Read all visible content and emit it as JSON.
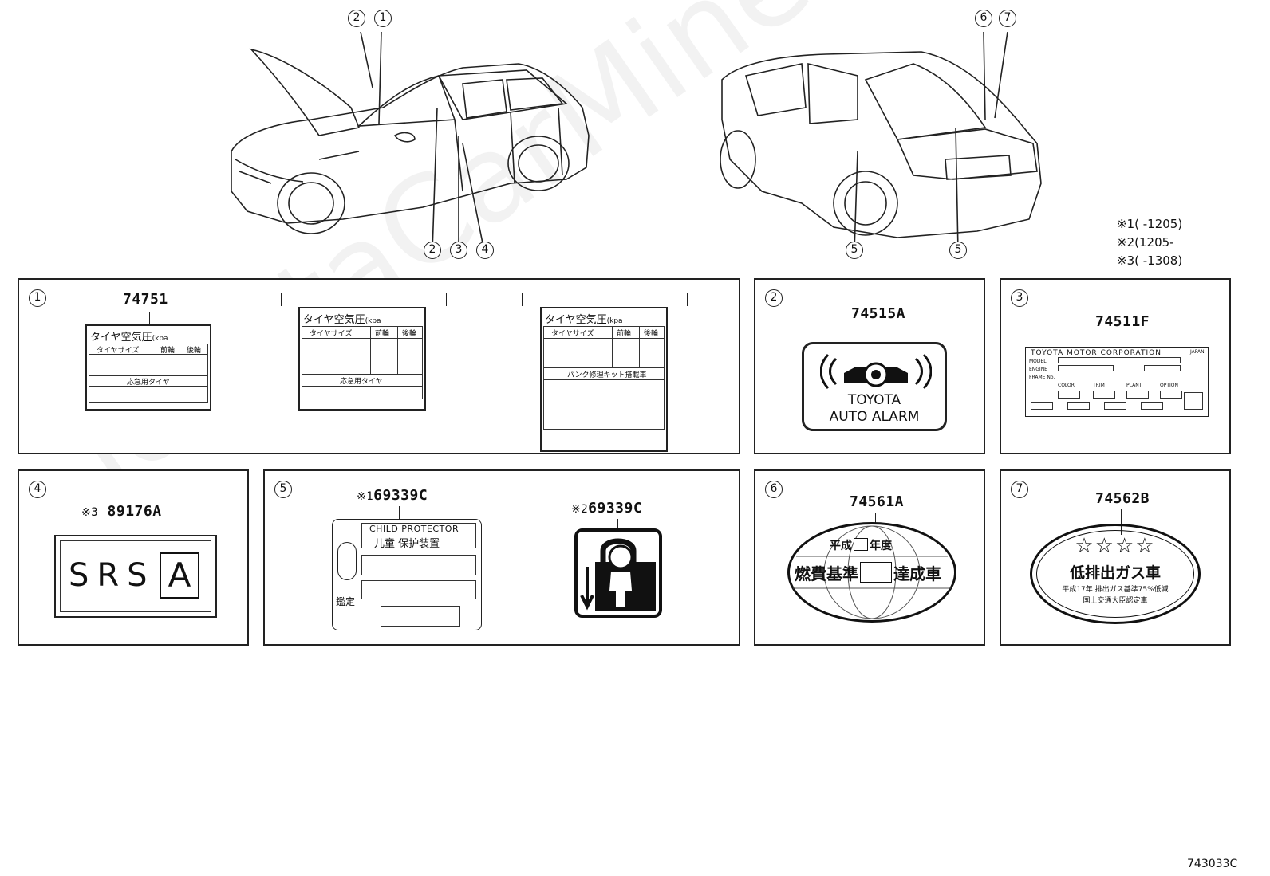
{
  "watermark": "ToyotaCarMine.ru",
  "notes": [
    {
      "mark": "※1",
      "text": "(      -1205)"
    },
    {
      "mark": "※2",
      "text": "(1205-"
    },
    {
      "mark": "※3",
      "text": "(      -1308)"
    }
  ],
  "figure_id": "743033C",
  "callouts": {
    "front_top": [
      "2",
      "1"
    ],
    "front_bottom": [
      "2",
      "3",
      "4"
    ],
    "rear_top": [
      "6",
      "7"
    ],
    "rear_bottom": [
      "5",
      "5"
    ]
  },
  "panels": {
    "p1": {
      "index": "1",
      "part": "74751",
      "tire_title": "タイヤ空気圧",
      "tire_unit": "(kpa",
      "col_size": "タイヤサイズ",
      "col_front": "前輪",
      "col_rear": "後輪",
      "spare_row": "応急用タイヤ",
      "repair_kit_row": "パンク修理キット搭載車"
    },
    "p2": {
      "index": "2",
      "part": "74515A",
      "line1": "TOYOTA",
      "line2": "AUTO ALARM"
    },
    "p3": {
      "index": "3",
      "part": "74511F",
      "header": "TOYOTA MOTOR CORPORATION",
      "japan": "JAPAN",
      "model": "MODEL",
      "engine": "ENGINE",
      "frame": "FRAME No.",
      "color": "COLOR",
      "trim": "TRIM",
      "plant": "PLANT",
      "option": "OPTION"
    },
    "p4": {
      "index": "4",
      "mark": "※3",
      "part": "89176A",
      "text": "SRS",
      "box": "A"
    },
    "p5": {
      "index": "5",
      "mark1": "※1",
      "part1": "69339C",
      "mark2": "※2",
      "part2": "69339C",
      "cp_title": "CHILD PROTECTOR",
      "cp_sub": "儿童 保护装置",
      "cp_side": "鑑定"
    },
    "p6": {
      "index": "6",
      "part": "74561A",
      "line1a": "平成",
      "line1b": "年度",
      "line2a": "燃費基準",
      "line2b": "達成車"
    },
    "p7": {
      "index": "7",
      "part": "74562B",
      "stars": "☆☆☆☆",
      "title": "低排出ガス車",
      "line2": "平成17年 排出ガス基準75%低減",
      "line3": "国土交通大臣認定車"
    }
  }
}
